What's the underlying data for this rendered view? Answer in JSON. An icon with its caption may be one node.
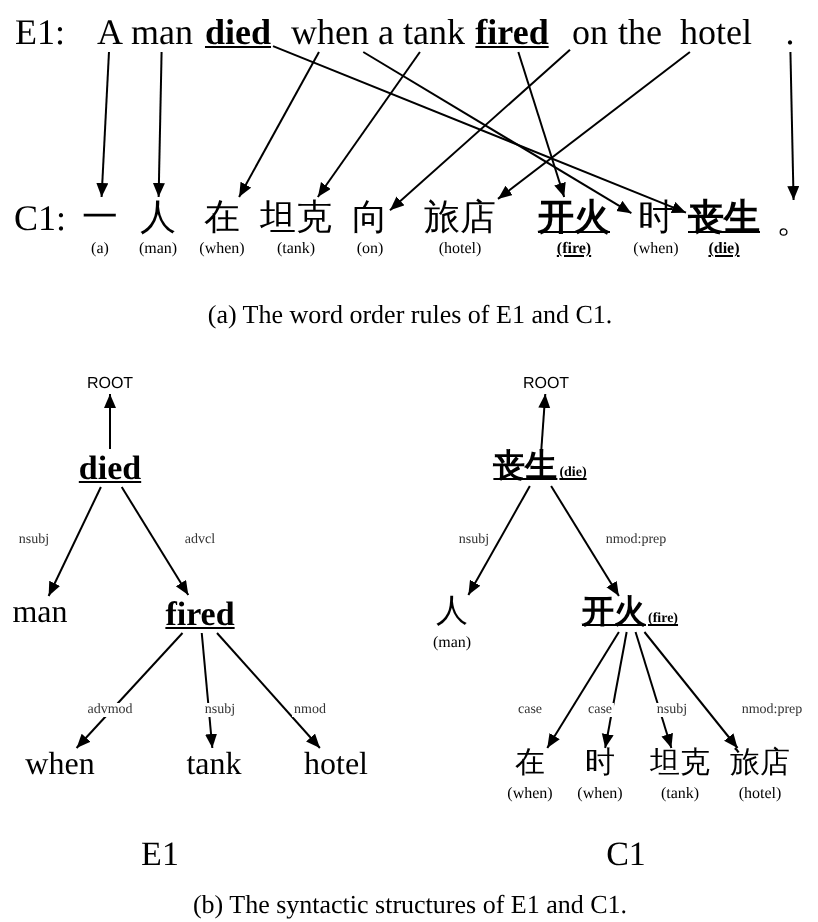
{
  "diagram": {
    "nodes": [
      {
        "text": [
          "A"
        ]
      },
      {
        "text": [
          "man"
        ]
      },
      {
        "text": [
          "died"
        ]
      },
      {
        "text": [
          "when"
        ]
      },
      {
        "text": [
          "a"
        ]
      },
      {
        "text": [
          "tank"
        ]
      },
      {
        "text": [
          "fired"
        ]
      },
      {
        "text": [
          "on"
        ]
      },
      {
        "text": [
          "the"
        ]
      },
      {
        "text": [
          "hotel"
        ]
      },
      {
        "text": [
          "."
        ]
      },
      {
        "text": [
          "一"
        ],
        "beside": [
          "(a)"
        ]
      },
      {
        "text": [
          "人"
        ],
        "beside": [
          "(man)"
        ]
      },
      {
        "text": [
          "在"
        ],
        "beside": [
          "(when)"
        ]
      },
      {
        "text": [
          "坦克"
        ],
        "beside": [
          "(tank)"
        ]
      },
      {
        "text": [
          "向"
        ],
        "beside": [
          "(on)"
        ]
      },
      {
        "text": [
          "旅店"
        ],
        "beside": [
          "(hotel)"
        ]
      },
      {
        "text": [
          "开火"
        ],
        "beside": [
          "(fire)"
        ]
      },
      {
        "text": [
          "时"
        ],
        "beside": [
          "(when)"
        ]
      },
      {
        "text": [
          "丧生"
        ],
        "beside": [
          "(die)"
        ]
      },
      {
        "text": [
          "。"
        ]
      },
      {
        "text": [
          "ROOT"
        ]
      },
      {
        "text": [
          "died"
        ]
      },
      {
        "text": [
          "man"
        ]
      },
      {
        "text": [
          "fired"
        ]
      },
      {
        "text": [
          "when"
        ]
      },
      {
        "text": [
          "tank"
        ]
      },
      {
        "text": [
          "hotel"
        ]
      },
      {
        "text": [
          "ROOT"
        ]
      },
      {
        "text": [
          "丧生"
        ],
        "beside": [
          "(die)"
        ]
      },
      {
        "text": [
          "人"
        ],
        "beside": [
          "(man)"
        ]
      },
      {
        "text": [
          "开火"
        ],
        "beside": [
          "(fire)"
        ]
      },
      {
        "text": [
          "在"
        ],
        "beside": [
          "(when)"
        ]
      },
      {
        "text": [
          "时"
        ],
        "beside": [
          "(when)"
        ]
      },
      {
        "text": [
          "坦克"
        ],
        "beside": [
          "(tank)"
        ]
      },
      {
        "text": [
          "旅店"
        ],
        "beside": [
          "(hotel)"
        ]
      }
    ],
    "edges": [
      {
        "from": 0,
        "to": 11,
        "arrow": "to"
      },
      {
        "from": 1,
        "to": 12,
        "arrow": "to"
      },
      {
        "from": 2,
        "to": 19,
        "arrow": "to"
      },
      {
        "from": 3,
        "to": 13,
        "arrow": "to"
      },
      {
        "from": 3,
        "to": 18,
        "arrow": "to"
      },
      {
        "from": 5,
        "to": 14,
        "arrow": "to"
      },
      {
        "from": 6,
        "to": 17,
        "arrow": "to"
      },
      {
        "from": 7,
        "to": 15,
        "arrow": "to"
      },
      {
        "from": 9,
        "to": 16,
        "arrow": "to"
      },
      {
        "from": 10,
        "to": 20,
        "arrow": "to"
      },
      {
        "from": 22,
        "to": 21,
        "arrow": "to"
      },
      {
        "from": 22,
        "to": 23,
        "arrow": "to",
        "label": "nsubj"
      },
      {
        "from": 22,
        "to": 24,
        "arrow": "to",
        "label": "advcl"
      },
      {
        "from": 24,
        "to": 25,
        "arrow": "to",
        "label": "advmod"
      },
      {
        "from": 24,
        "to": 26,
        "arrow": "to",
        "label": "nsubj"
      },
      {
        "from": 24,
        "to": 27,
        "arrow": "to",
        "label": "nmod"
      },
      {
        "from": 29,
        "to": 28,
        "arrow": "to"
      },
      {
        "from": 29,
        "to": 30,
        "arrow": "to",
        "label": "nsubj"
      },
      {
        "from": 29,
        "to": 31,
        "arrow": "to",
        "label": "nmod:prep"
      },
      {
        "from": 31,
        "to": 32,
        "arrow": "to",
        "label": "case"
      },
      {
        "from": 31,
        "to": 33,
        "arrow": "to",
        "label": "case"
      },
      {
        "from": 31,
        "to": 34,
        "arrow": "to",
        "label": "nsubj"
      },
      {
        "from": 31,
        "to": 35,
        "arrow": "to",
        "label": "nmod:prep"
      }
    ],
    "labels": [
      "E1:",
      "C1:",
      "(a) The word order rules of E1 and C1.",
      "E1",
      "C1",
      "(b) The syntactic structures of E1 and C1."
    ]
  }
}
